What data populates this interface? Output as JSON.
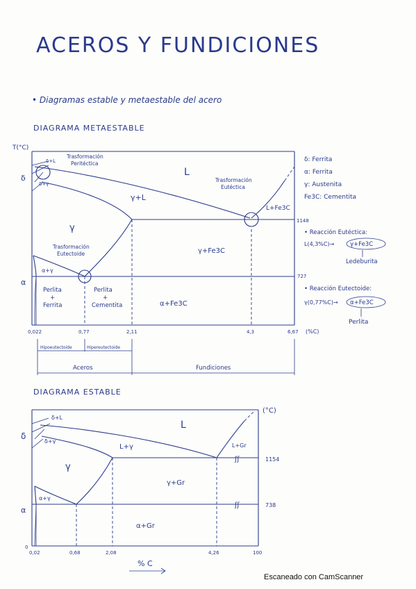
{
  "title": "ACEROS Y FUNDICIONES",
  "subtitle": "• Diagramas estable y metaestable del acero",
  "metastable": {
    "heading": "DIAGRAMA METAESTABLE",
    "y_axis_label": "T(°C)",
    "temp_axis_delta": "δ",
    "temp_axis_alpha": "α",
    "label_peritectic": "Trasformación Peritéctica",
    "label_eutectic": "Trasformación Eutéctica",
    "label_eutectoid": "Trasformación Eutectoide",
    "region_L": "L",
    "region_gamma_L": "γ+L",
    "region_gamma": "γ",
    "region_L_Fe3C": "L+Fe3C",
    "region_gamma_Fe3C": "γ+Fe3C",
    "region_alpha_gamma": "α+γ",
    "region_delta_L": "δ+L",
    "region_delta_gamma": "δ+γ",
    "region_alpha_Fe3C": "α+Fe3C",
    "perlita_ferrita": [
      "Perlita",
      "+",
      "Ferrita"
    ],
    "perlita_cementita": [
      "Perlita",
      "+",
      "Cementita"
    ],
    "temp_1148": "1148",
    "temp_727": "727",
    "x_ticks": [
      "0,022",
      "0,77",
      "2,11",
      "4,3",
      "6,67"
    ],
    "x_unit": "(%C)",
    "range_hipo": "Hipoeutectoide",
    "range_hiper": "Hipereutectoide",
    "range_aceros": "Aceros",
    "range_fundiciones": "Fundiciones",
    "legend": [
      "δ: Ferrita",
      "α: Ferrita",
      "γ: Austenita",
      "Fe3C: Cementita"
    ],
    "reaction_eutectic_title": "• Reacción Eutéctica:",
    "reaction_eutectic_formula": "L(4,3%C)→",
    "reaction_eutectic_product": "γ+Fe3C",
    "reaction_eutectic_name": "Ledeburita",
    "reaction_eutectoid_title": "• Reacción Eutectoide:",
    "reaction_eutectoid_formula": "γ(0,77%C)→",
    "reaction_eutectoid_product": "α+Fe3C",
    "reaction_eutectoid_name": "Perlita"
  },
  "stable": {
    "heading": "DIAGRAMA ESTABLE",
    "y_axis_label": "(°C)",
    "temp_axis_delta": "δ",
    "temp_axis_alpha": "α",
    "temp_axis_zero": "0",
    "region_L": "L",
    "region_delta_L": "δ+L",
    "region_delta_gamma": "δ+γ",
    "region_L_gamma": "L+γ",
    "region_L_Gr": "L+Gr",
    "region_gamma": "γ",
    "region_gamma_Gr": "γ+Gr",
    "region_alpha_gamma": "α+γ",
    "region_alpha_Gr": "α+Gr",
    "temp_1154": "1154",
    "temp_738": "738",
    "x_ticks": [
      "0,02",
      "0,68",
      "2,08",
      "4,26",
      "100"
    ],
    "x_label": "% C"
  },
  "watermark": "Escaneado con CamScanner"
}
